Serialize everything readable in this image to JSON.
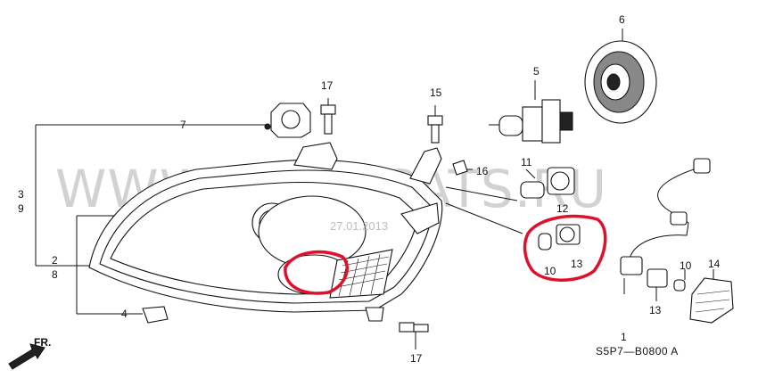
{
  "watermark": "WWW.JAPANCATS.RU",
  "date_stamp": "27.01.2013",
  "diagram_code": "S5P7—B0800 A",
  "direction_label": "FR.",
  "callouts": [
    "1",
    "2",
    "3",
    "4",
    "5",
    "6",
    "7",
    "8",
    "9",
    "10",
    "10",
    "11",
    "12",
    "13",
    "13",
    "14",
    "15",
    "16",
    "17",
    "17"
  ],
  "highlight_color": "#e0102a"
}
